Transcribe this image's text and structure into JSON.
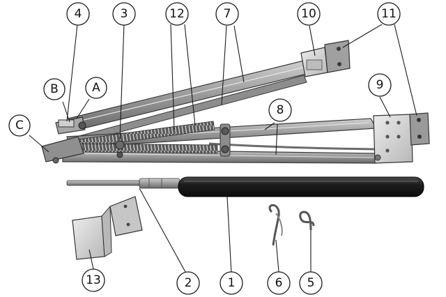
{
  "figure": {
    "callouts": [
      {
        "key": "c4",
        "label": "4"
      },
      {
        "key": "c3",
        "label": "3"
      },
      {
        "key": "c12",
        "label": "12"
      },
      {
        "key": "c7",
        "label": "7"
      },
      {
        "key": "c10",
        "label": "10"
      },
      {
        "key": "c11",
        "label": "11"
      },
      {
        "key": "cB",
        "label": "B"
      },
      {
        "key": "cA",
        "label": "A"
      },
      {
        "key": "c9",
        "label": "9"
      },
      {
        "key": "cC",
        "label": "C"
      },
      {
        "key": "c8",
        "label": "8"
      },
      {
        "key": "c13",
        "label": "13"
      },
      {
        "key": "c2",
        "label": "2"
      },
      {
        "key": "c1",
        "label": "1"
      },
      {
        "key": "c6",
        "label": "6"
      },
      {
        "key": "c5",
        "label": "5"
      }
    ],
    "colors": {
      "metal": "#9b9b9b",
      "metal_dark": "#5f5f5f",
      "metal_light": "#d2d2d2",
      "handle": "#1e1e1e",
      "outline": "#1a1a1a"
    }
  }
}
